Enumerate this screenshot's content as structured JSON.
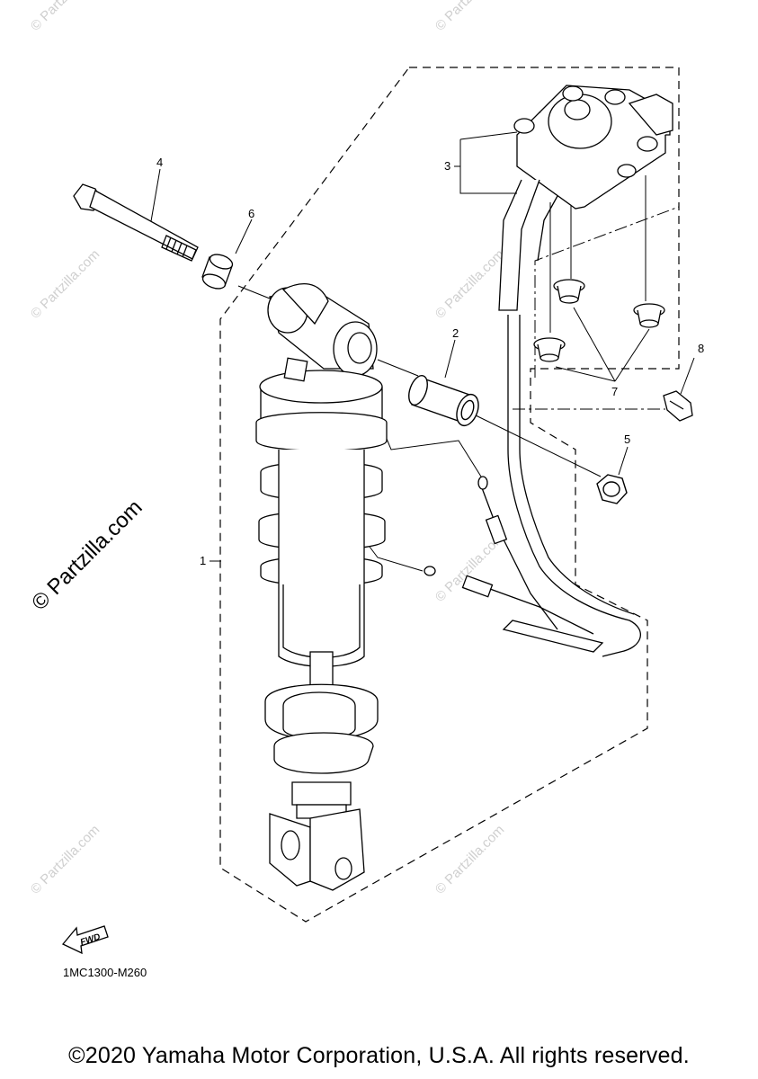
{
  "callouts": {
    "c1": "1",
    "c2": "2",
    "c3": "3",
    "c4": "4",
    "c5": "5",
    "c6": "6",
    "c7": "7",
    "c8": "8"
  },
  "fwd_label": "FWD",
  "diagram_code": "1MC1300-M260",
  "watermark_text": "© Partzilla.com",
  "copyright": "©2020 Yamaha Motor Corporation, U.S.A. All rights reserved."
}
